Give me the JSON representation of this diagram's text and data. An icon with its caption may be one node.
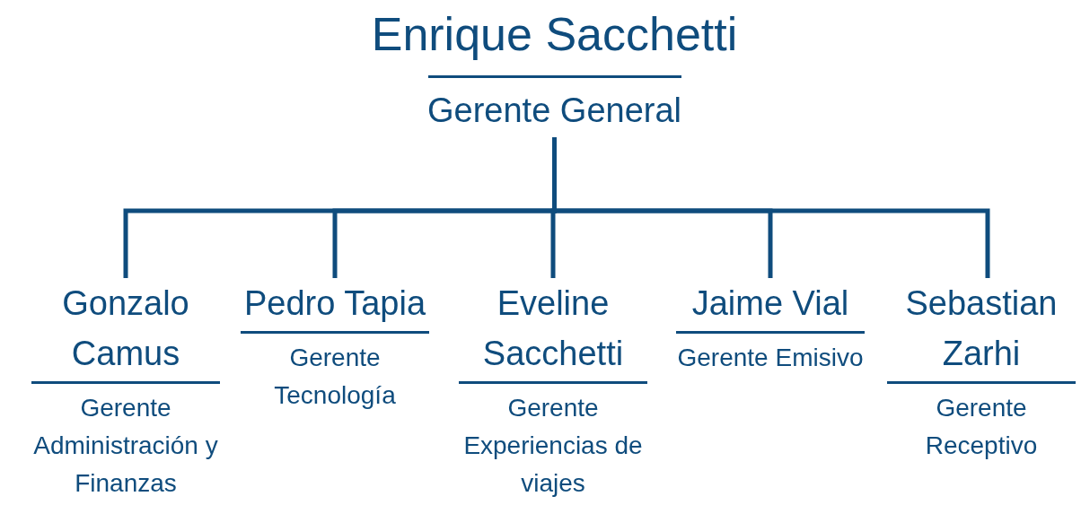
{
  "diagram": {
    "nodes": [
      {
        "text": [
          "Enrique Sacchetti",
          "Gerente General"
        ]
      },
      {
        "text": [
          "Gonzalo Camus",
          "Gerente Administración y Finanzas"
        ]
      },
      {
        "text": [
          "Pedro Tapia",
          "Gerente Tecnología"
        ]
      },
      {
        "text": [
          "Eveline Sacchetti",
          "Gerente Experiencias de viajes"
        ]
      },
      {
        "text": [
          "Jaime Vial",
          "Gerente Emisivo"
        ]
      },
      {
        "text": [
          "Sebastian Zarhi",
          "Gerente Receptivo"
        ]
      }
    ],
    "edges": [
      {
        "from": 0,
        "to": 1,
        "arrow": "none"
      },
      {
        "from": 0,
        "to": 2,
        "arrow": "none"
      },
      {
        "from": 0,
        "to": 3,
        "arrow": "none"
      },
      {
        "from": 0,
        "to": 4,
        "arrow": "none"
      },
      {
        "from": 0,
        "to": 5,
        "arrow": "none"
      }
    ]
  }
}
